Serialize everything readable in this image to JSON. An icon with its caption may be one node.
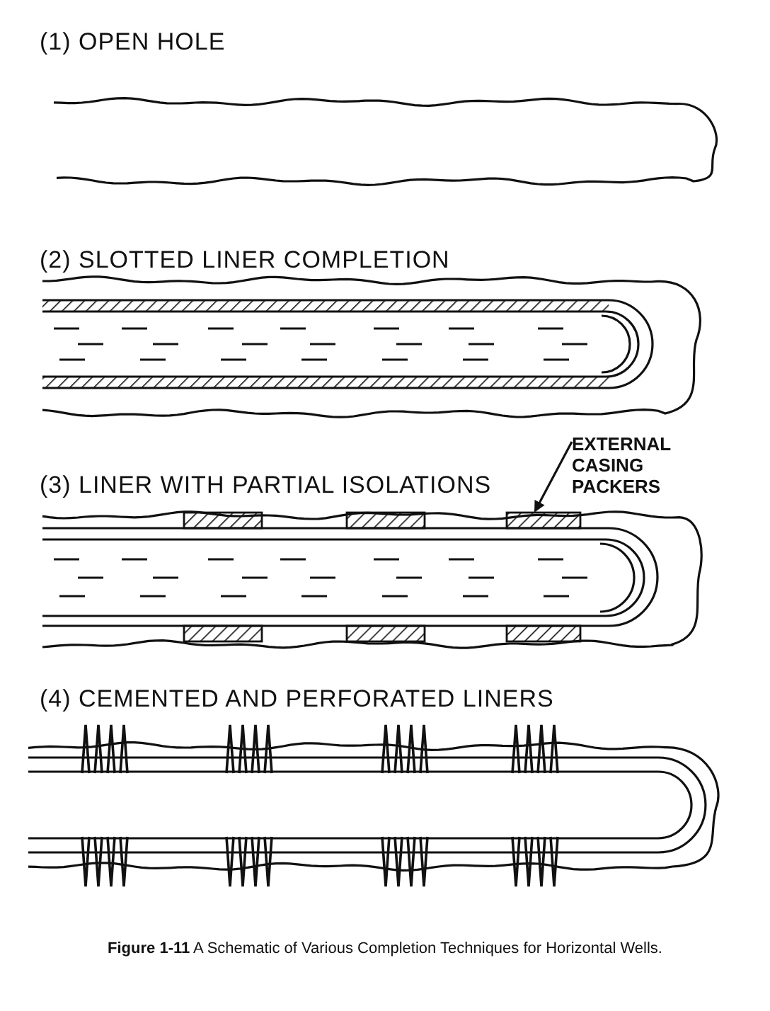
{
  "diagram": {
    "caption": "**Figure 1-11** A Schematic of Various Completion Techniques for Horizontal Wells.",
    "nodes": [
      {
        "text": [
          "EXTERNAL CASING PACKERS"
        ]
      },
      {
        "text": [],
        "shape": "box"
      }
    ],
    "edges": [
      {
        "from": 0,
        "to": 1,
        "arrow": "to"
      }
    ],
    "labels": [
      "(1) OPEN HOLE",
      "(2) SLOTTED LINER COMPLETION",
      "(3) LINER WITH PARTIAL ISOLATIONS",
      "(4) CEMENTED AND PERFORATED LINERS"
    ]
  }
}
